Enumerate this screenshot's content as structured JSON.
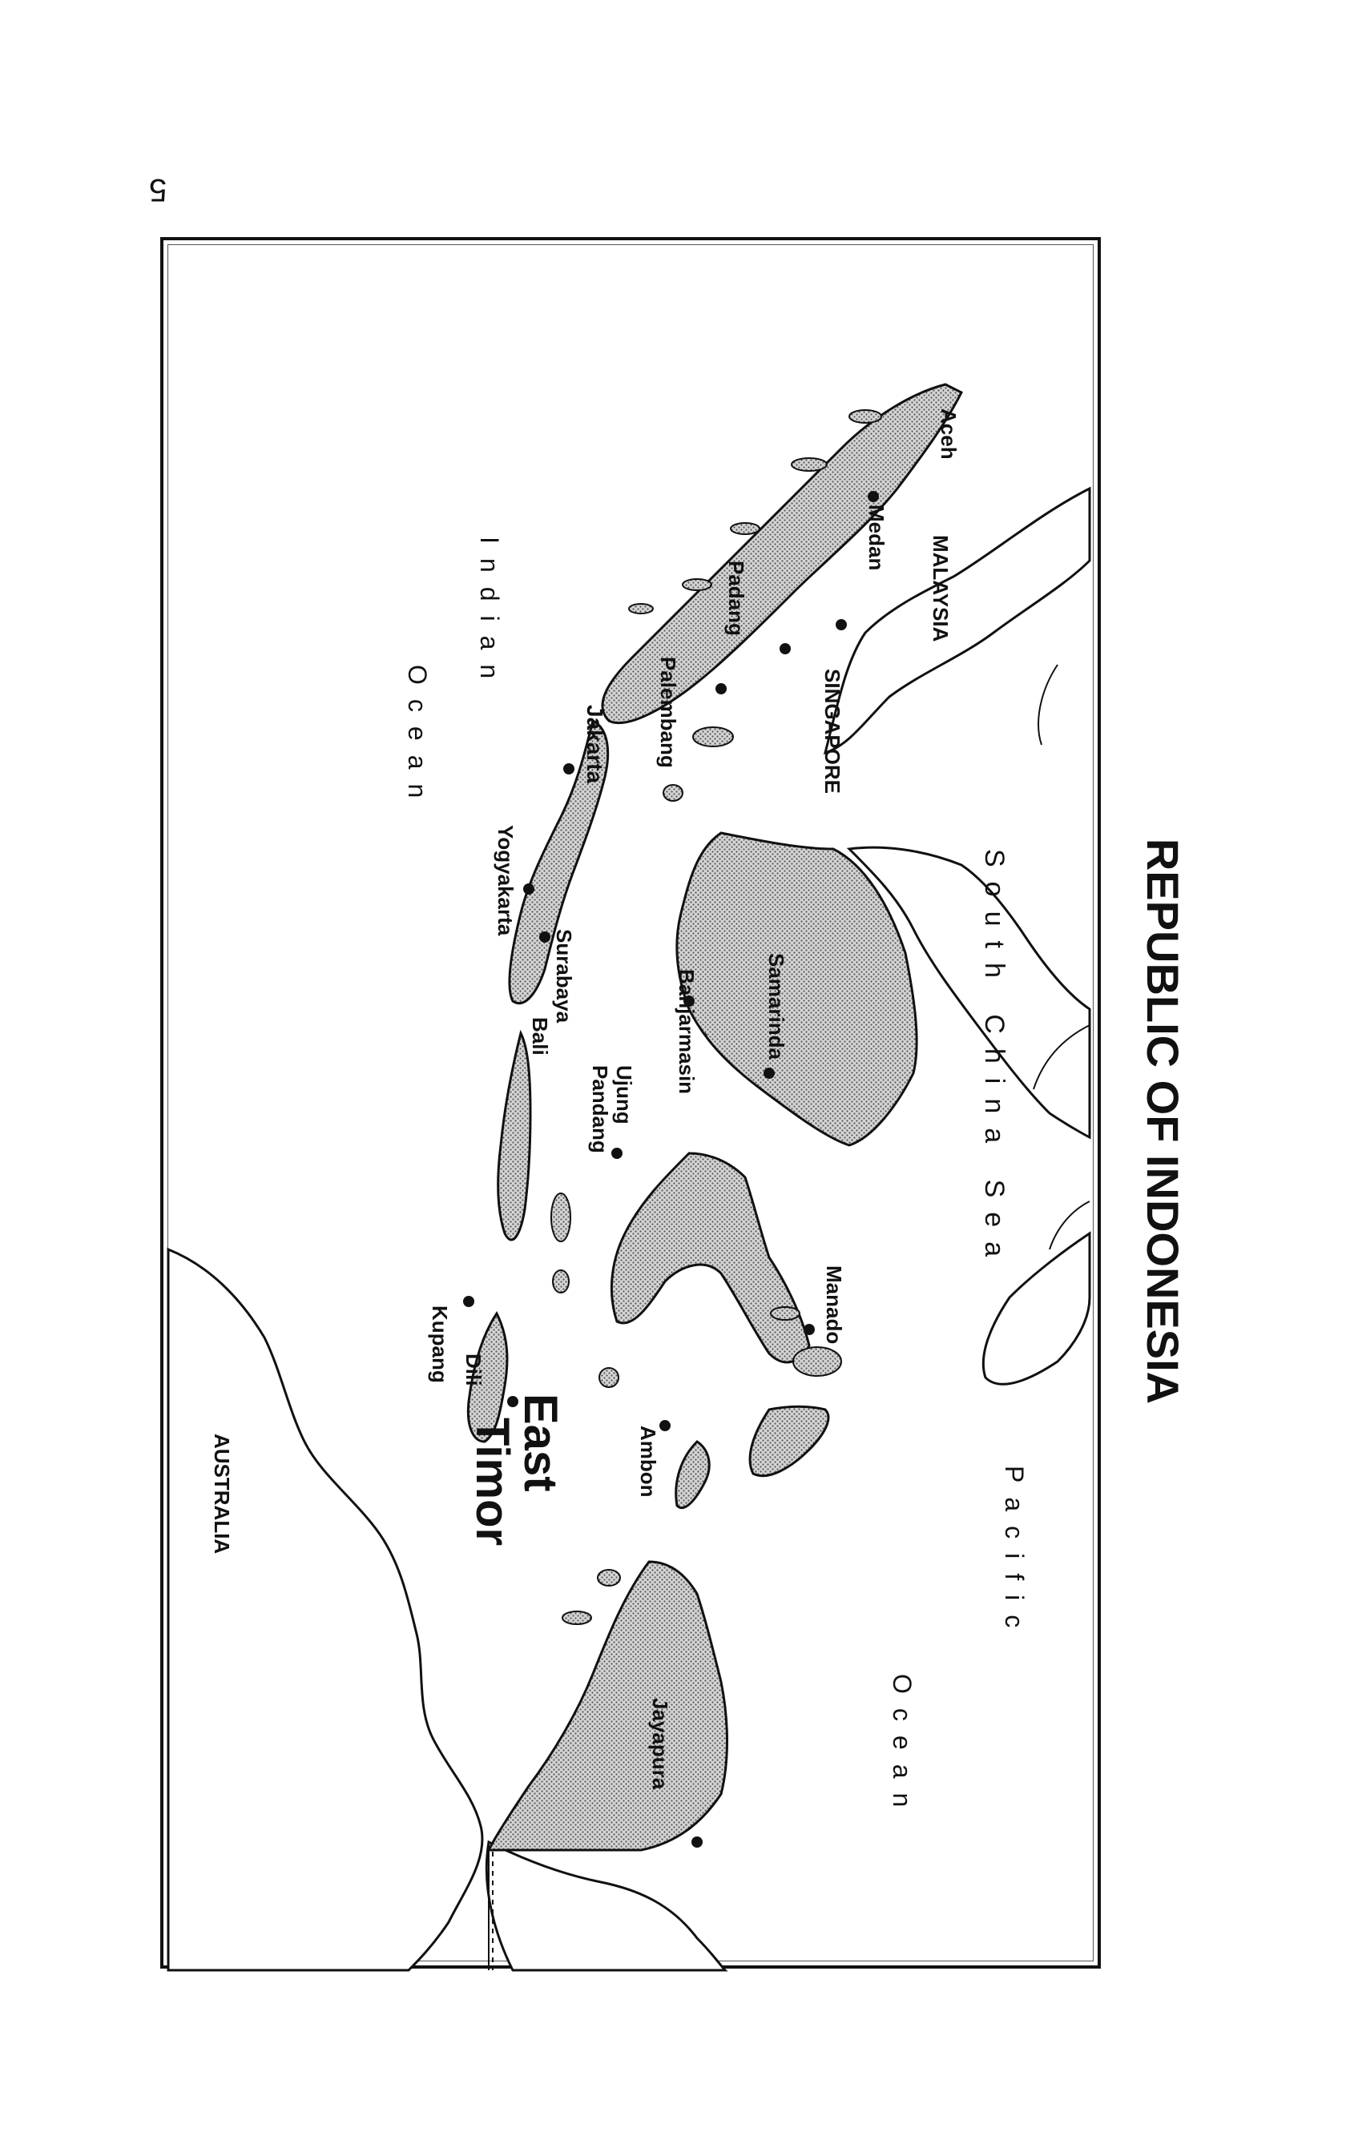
{
  "page": {
    "number": "5"
  },
  "map": {
    "title": "REPUBLIC OF INDONESIA",
    "shading_color": "#b5b5b5",
    "line_color": "#111111",
    "places": {
      "aceh": "Aceh",
      "medan": "Medan",
      "padang": "Padang",
      "palembang": "Palembang",
      "malaysia": "MALAYSIA",
      "singapore": "SINGAPORE",
      "jakarta": "Jakarta",
      "yogyakarta": "Yogyakarta",
      "surabaya": "Surabaya",
      "bali": "Bali",
      "samarinda": "Samarinda",
      "banjarmasin": "Banjarmasin",
      "ujung_pandang_1": "Ujung",
      "ujung_pandang_2": "Pandang",
      "manado": "Manado",
      "ambon": "Ambon",
      "dili": "Dili",
      "kupang": "Kupang",
      "east": "East",
      "timor": "Timor",
      "jayapura": "Jayapura",
      "australia": "AUSTRALIA"
    },
    "water": {
      "indian_ocean_1": "Indian",
      "indian_ocean_2": "Ocean",
      "south_china_sea": "South China Sea",
      "pacific_ocean_1": "Pacific",
      "pacific_ocean_2": "Ocean"
    }
  }
}
